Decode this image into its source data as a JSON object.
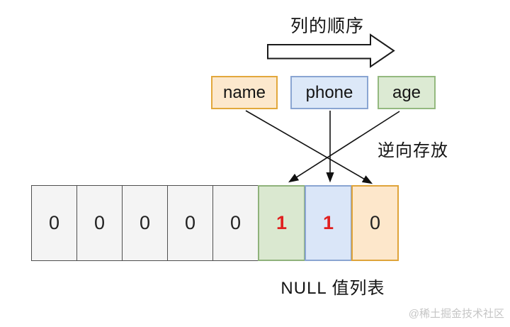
{
  "diagram": {
    "title": "列的顺序",
    "reverse_storage_label": "逆向存放",
    "null_list_label": "NULL 值列表",
    "watermark": "@稀土掘金技术社区",
    "columns": [
      {
        "label": "name",
        "fill": "#fce8cd",
        "border": "#e2a83c"
      },
      {
        "label": "phone",
        "fill": "#dce8f8",
        "border": "#8aa5d2"
      },
      {
        "label": "age",
        "fill": "#dcead3",
        "border": "#94b97f"
      }
    ],
    "null_bitmap": {
      "cells": [
        {
          "value": "0",
          "variant": "gray"
        },
        {
          "value": "0",
          "variant": "gray"
        },
        {
          "value": "0",
          "variant": "gray"
        },
        {
          "value": "0",
          "variant": "gray"
        },
        {
          "value": "0",
          "variant": "gray"
        },
        {
          "value": "1",
          "variant": "green",
          "value_color": "#e02020"
        },
        {
          "value": "1",
          "variant": "blue",
          "value_color": "#e02020"
        },
        {
          "value": "0",
          "variant": "orange"
        }
      ]
    },
    "icons": {
      "column_order_arrow": "right-arrow-outline-icon",
      "mapping_arrows": "crossing-black-arrows"
    },
    "colors": {
      "text": "#141414",
      "red_value": "#e02020",
      "cell_gray_fill": "#f4f4f4",
      "cell_gray_border": "#4f4f4f",
      "green_fill": "#dae8d0",
      "green_border": "#8fb27b",
      "blue_fill": "#dae6f8",
      "blue_border": "#8aa5d2",
      "orange_fill": "#fde7cb",
      "orange_border": "#dfa43a",
      "watermark_gray": "#c5c5c5",
      "background": "#ffffff"
    }
  }
}
